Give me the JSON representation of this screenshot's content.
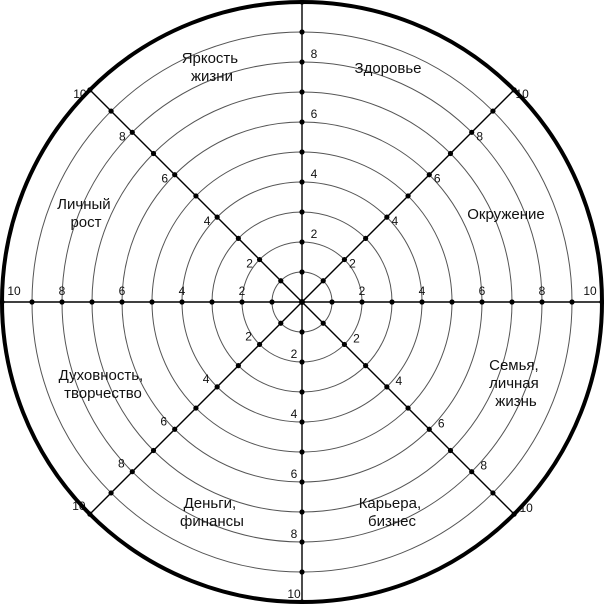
{
  "wheel": {
    "scale_max": 10,
    "scale_step": 1,
    "labeled_values": [
      2,
      4,
      6,
      8,
      10
    ],
    "colors": {
      "lines": "#000000",
      "rings": "#555555",
      "background": "#ffffff"
    },
    "sectors": [
      {
        "lines": [
          "Здоровье"
        ]
      },
      {
        "lines": [
          "Окружение"
        ]
      },
      {
        "lines": [
          "Семья,",
          "личная",
          "жизнь"
        ]
      },
      {
        "lines": [
          "Карьера,",
          "бизнес"
        ]
      },
      {
        "lines": [
          "Деньги,",
          "финансы"
        ]
      },
      {
        "lines": [
          "Духовность,",
          "творчество"
        ]
      },
      {
        "lines": [
          "Личный",
          "рост"
        ]
      },
      {
        "lines": [
          "Яркость",
          "жизни"
        ]
      }
    ]
  }
}
